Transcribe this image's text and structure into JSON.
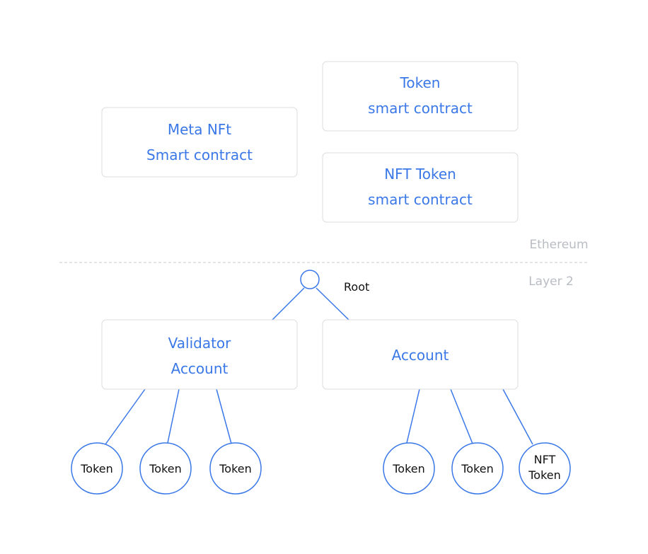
{
  "layers": {
    "top_label": "Ethereum",
    "bottom_label": "Layer 2"
  },
  "contracts": {
    "meta_nft": {
      "line1": "Meta NFt",
      "line2": "Smart contract"
    },
    "token": {
      "line1": "Token",
      "line2": "smart contract"
    },
    "nft_token": {
      "line1": "NFT Token",
      "line2": "smart contract"
    }
  },
  "tree": {
    "root_label": "Root",
    "validator_account": {
      "line1": "Validator",
      "line2": "Account"
    },
    "account": {
      "line1": "Account"
    },
    "validator_tokens": [
      {
        "label": "Token"
      },
      {
        "label": "Token"
      },
      {
        "label": "Token"
      }
    ],
    "account_tokens": [
      {
        "label": "Token"
      },
      {
        "label": "Token"
      },
      {
        "line1": "NFT",
        "line2": "Token"
      }
    ]
  },
  "colors": {
    "accent": "#3b78e7",
    "box_border": "#dcdcdc",
    "layer_label": "#b9bcc3",
    "divider": "#c9c9c9"
  }
}
